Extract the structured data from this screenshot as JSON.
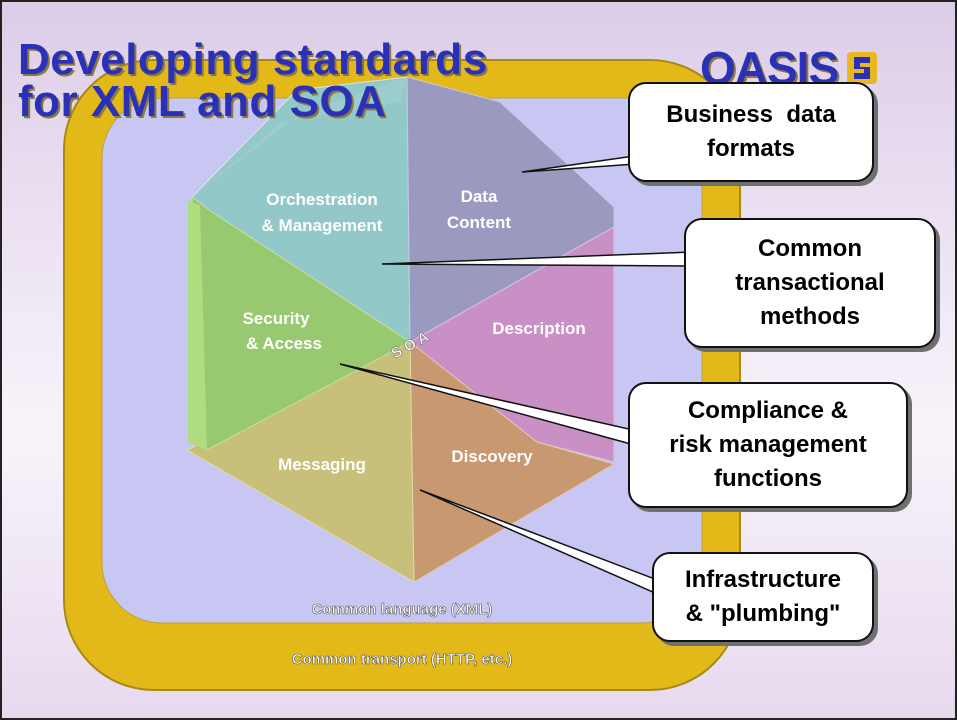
{
  "slide": {
    "title_line1": "Developing standards",
    "title_line2": "for XML and SOA"
  },
  "logo": {
    "text": "OASIS",
    "icon": "oasis-logo-mark"
  },
  "hexagon": {
    "center_label": "S O A",
    "segments": [
      {
        "id": "orchestration",
        "line1": "Orchestration",
        "line2": "& Management",
        "color": "#92c8c8"
      },
      {
        "id": "data-content",
        "line1": "Data",
        "line2": "Content",
        "color": "#9a9ac0"
      },
      {
        "id": "description",
        "line1": "Description",
        "line2": "",
        "color": "#c890c4"
      },
      {
        "id": "discovery",
        "line1": "Discovery",
        "line2": "",
        "color": "#c89870"
      },
      {
        "id": "messaging",
        "line1": "Messaging",
        "line2": "",
        "color": "#c8c07a"
      },
      {
        "id": "security",
        "line1": "Security",
        "line2": "& Access",
        "color": "#98c870"
      }
    ]
  },
  "frame": {
    "inner_label": "Common language (XML)",
    "outer_label": "Common transport (HTTP, etc.)",
    "ring_color": "#e3b91a",
    "fill_color": "#c8c6f2"
  },
  "callouts": {
    "business": {
      "line1": "Business  data",
      "line2": "formats"
    },
    "transactional": {
      "line1": "Common",
      "line2": "transactional",
      "line3": "methods"
    },
    "compliance": {
      "line1": "Compliance &",
      "line2": "risk management",
      "line3": "functions"
    },
    "infrastructure": {
      "line1": "Infrastructure",
      "line2": "& \"plumbing\""
    }
  }
}
